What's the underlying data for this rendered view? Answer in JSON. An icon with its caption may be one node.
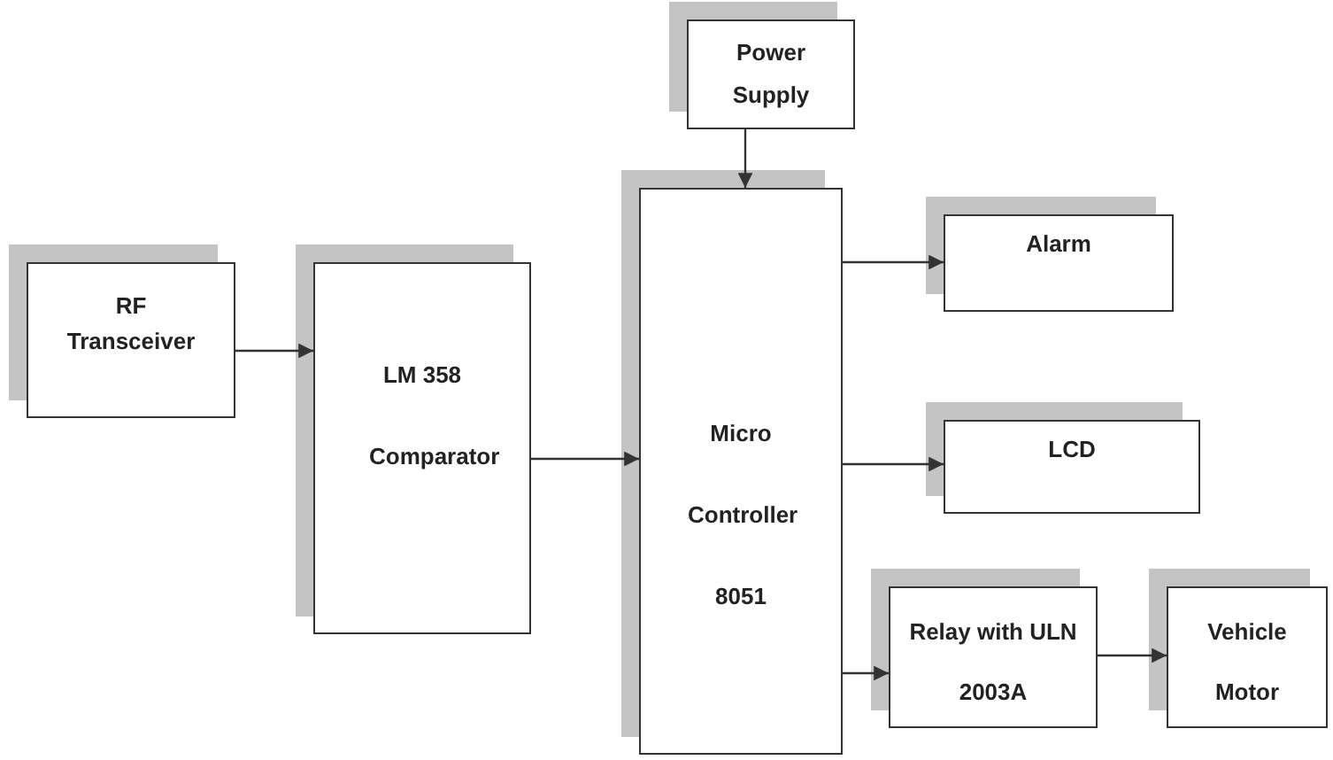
{
  "diagram": {
    "nodes": [
      {
        "text": [
          "RF Transceiver"
        ]
      },
      {
        "text": [
          "LM 358 Comparator"
        ]
      },
      {
        "text": [
          "Power Supply"
        ]
      },
      {
        "text": [
          "Micro Controller 8051"
        ]
      },
      {
        "text": [
          "Alarm"
        ]
      },
      {
        "text": [
          "LCD"
        ]
      },
      {
        "text": [
          "Relay with ULN 2003A"
        ]
      },
      {
        "text": [
          "Vehicle Motor"
        ]
      }
    ],
    "edges": [
      {
        "from": 0,
        "to": 1,
        "arrow": "to"
      },
      {
        "from": 1,
        "to": 3,
        "arrow": "to"
      },
      {
        "from": 2,
        "to": 3,
        "arrow": "to"
      },
      {
        "from": 3,
        "to": 4,
        "arrow": "to"
      },
      {
        "from": 3,
        "to": 5,
        "arrow": "to"
      },
      {
        "from": 3,
        "to": 6,
        "arrow": "to"
      },
      {
        "from": 6,
        "to": 7,
        "arrow": "to"
      }
    ]
  }
}
